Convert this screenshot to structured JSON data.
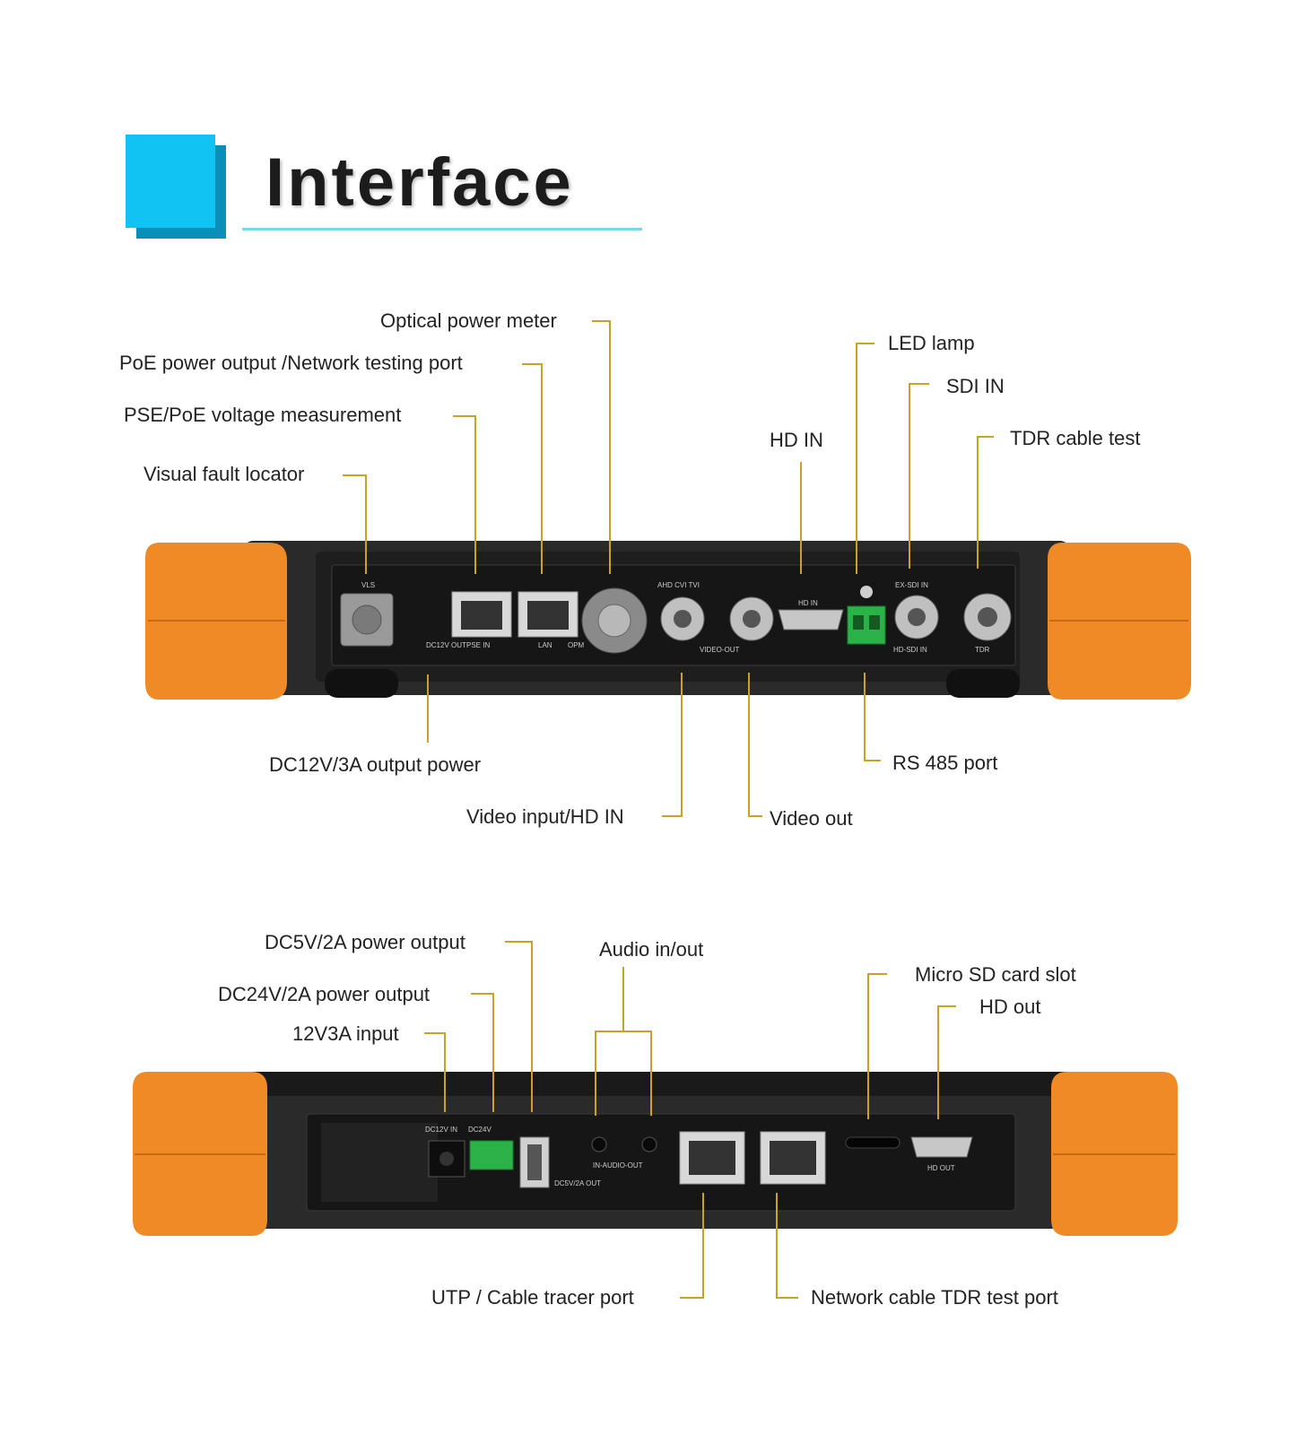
{
  "header": {
    "title": "Interface"
  },
  "top_labels": {
    "optical_power_meter": "Optical power meter",
    "poe_output": "PoE power output /Network testing port",
    "pse_poe": "PSE/PoE voltage measurement",
    "vfl": "Visual fault locator",
    "led_lamp": "LED lamp",
    "sdi_in": "SDI IN",
    "hd_in": "HD IN",
    "tdr_cable": "TDR cable test",
    "dc12v": "DC12V/3A output power",
    "rs485": "RS 485 port",
    "video_input": "Video input/HD IN",
    "video_out": "Video out"
  },
  "top_panel_text": {
    "vls": "VLS",
    "ahd_cvi_tvi": "AHD CVI TVI",
    "hd_in": "HD IN",
    "ex_sdi_in": "EX-SDI IN",
    "dc12v_out": "DC12V OUT",
    "pse_in": "PSE IN",
    "lan": "LAN",
    "opm": "OPM",
    "video_out": "VIDEO-OUT",
    "hd_sdi_in": "HD-SDI IN",
    "tdr": "TDR"
  },
  "bottom_labels": {
    "dc5v": "DC5V/2A power output",
    "dc24v": "DC24V/2A power output",
    "in12v": "12V3A input",
    "audio": "Audio in/out",
    "micro_sd": "Micro SD card slot",
    "hd_out": "HD out",
    "utp": "UTP / Cable tracer port",
    "tdr_port": "Network cable TDR test port"
  },
  "bottom_panel_text": {
    "dc12v_in": "DC12V IN",
    "dc24v": "DC24V",
    "audio": "IN-AUDIO-OUT",
    "dc5v": "DC5V/2A OUT",
    "hd_out": "HD OUT"
  },
  "colors": {
    "accent": "#11c3f2",
    "leader": "#c9a227",
    "bumper": "#f08a24",
    "body": "#2a2a2a"
  }
}
